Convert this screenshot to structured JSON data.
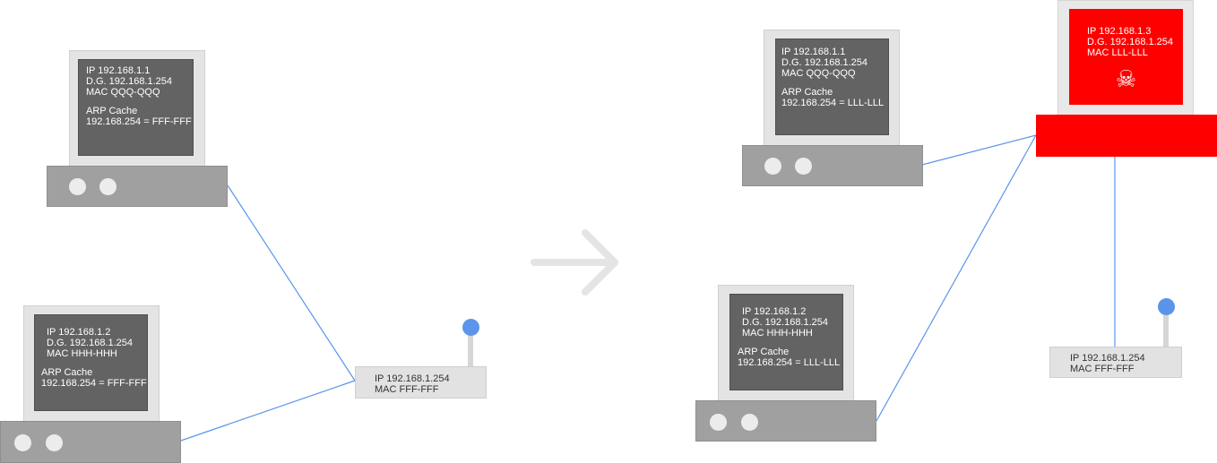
{
  "colors": {
    "wire": "#5b95ea",
    "attacker": "#ff0000",
    "arrow": "#e4e4e4"
  },
  "before": {
    "host1": {
      "ip": "IP 192.168.1.1",
      "dg": "D.G. 192.168.1.254",
      "mac": "MAC QQQ-QQQ",
      "cache_title": "ARP Cache",
      "cache_entry": "192.168.254 = FFF-FFF"
    },
    "host2": {
      "ip": "IP 192.168.1.2",
      "dg": "D.G. 192.168.1.254",
      "mac": "MAC HHH-HHH",
      "cache_title": "ARP Cache",
      "cache_entry": "192.168.254 = FFF-FFF"
    },
    "router": {
      "ip": "IP 192.168.1.254",
      "mac": "MAC FFF-FFF"
    }
  },
  "transition_icon": "right-arrow-icon",
  "after": {
    "host1": {
      "ip": "IP 192.168.1.1",
      "dg": "D.G. 192.168.1.254",
      "mac": "MAC QQQ-QQQ",
      "cache_title": "ARP Cache",
      "cache_entry": "192.168.254 = LLL-LLL"
    },
    "host2": {
      "ip": "IP 192.168.1.2",
      "dg": "D.G. 192.168.1.254",
      "mac": "MAC HHH-HHH",
      "cache_title": "ARP Cache",
      "cache_entry": "192.168.254 = LLL-LLL"
    },
    "attacker": {
      "ip": "IP 192.168.1.3",
      "dg": "D.G. 192.168.1.254",
      "mac": "MAC LLL-LLL",
      "icon": "skull-crossbones-icon",
      "glyph": "☠"
    },
    "router": {
      "ip": "IP 192.168.1.254",
      "mac": "MAC FFF-FFF"
    }
  }
}
